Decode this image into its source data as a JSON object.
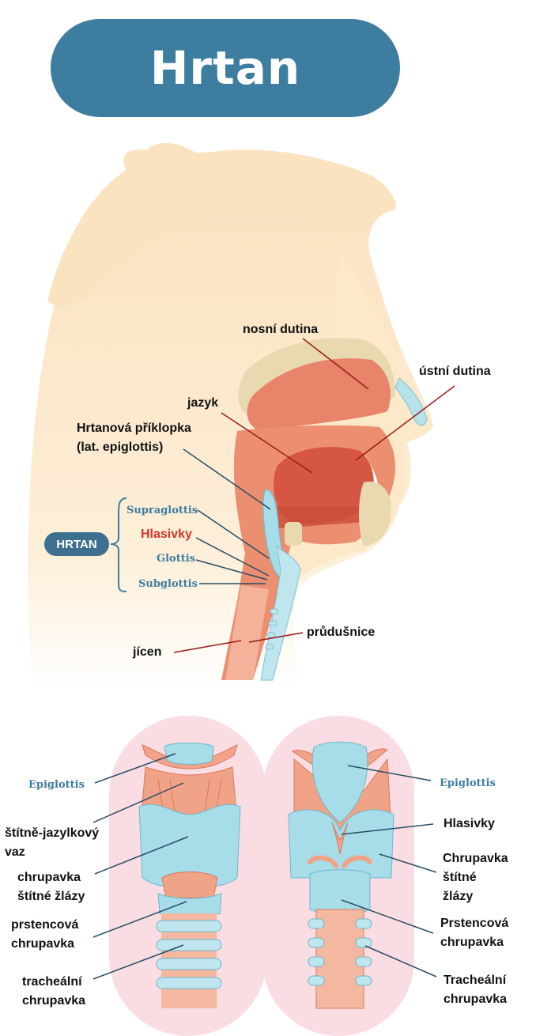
{
  "title": "Hrtan",
  "badge": "HRTAN",
  "head_labels": {
    "nasal_cavity": "nosní dutina",
    "oral_cavity": "ústní dutina",
    "tongue": "jazyk",
    "epiglottis_1": "Hrtanová příklopka",
    "epiglottis_2": "(lat. epiglottis)",
    "supraglottis": "Supraglottis",
    "vocal_cords": "Hlasivky",
    "glottis": "Glottis",
    "subglottis": "Subglottis",
    "esophagus": "jícen",
    "trachea": "průdušnice"
  },
  "front_labels": {
    "epiglottis": "Epiglottis",
    "thyrohyoid_1": "štítně-jazylkový",
    "thyrohyoid_2": "vaz",
    "thyroid_1": "chrupavka",
    "thyroid_2": "štítné žlázy",
    "cricoid_1": "prstencová",
    "cricoid_2": "chrupavka",
    "tracheal_1": "tracheální",
    "tracheal_2": "chrupavka"
  },
  "back_labels": {
    "epiglottis": "Epiglottis",
    "vocal_cords": "Hlasivky",
    "thyroid_1": "Chrupavka",
    "thyroid_2": "štítné",
    "thyroid_3": "žlázy",
    "cricoid_1": "Prstencová",
    "cricoid_2": "chrupavka",
    "tracheal_1": "Tracheální",
    "tracheal_2": "chrupavka"
  },
  "colors": {
    "title_bg": "#3d7d9f",
    "label_blue": "#3d7d9f",
    "label_red": "#d4372d",
    "skin": "#fbe3bf",
    "tissue": "#e8765a",
    "cartilage": "#a6dde8",
    "bg_pink": "#fadde3"
  }
}
